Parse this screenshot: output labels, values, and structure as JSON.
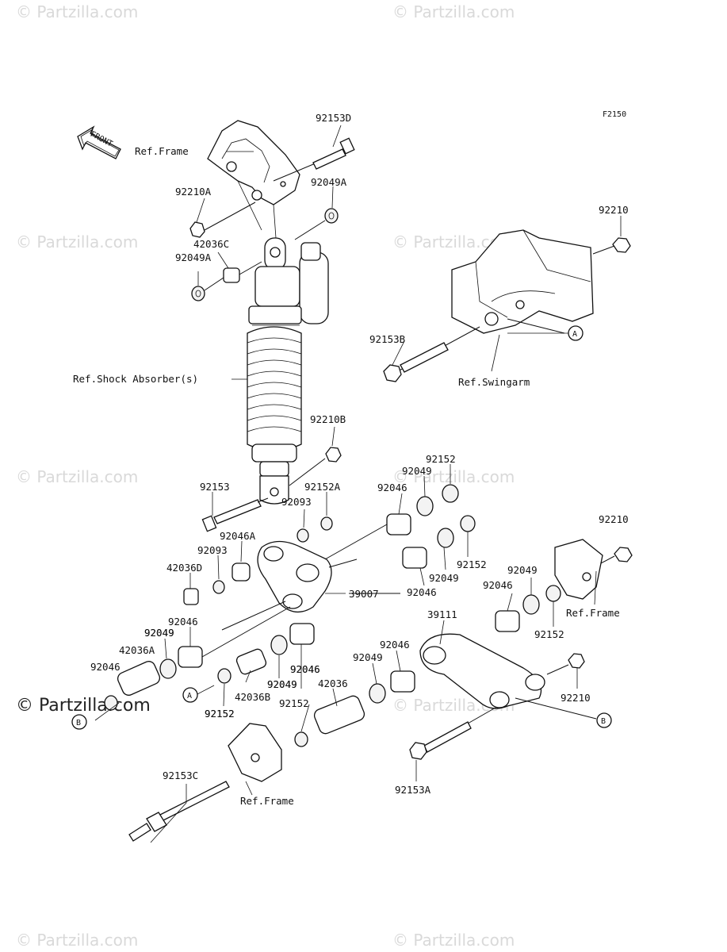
{
  "diagram_code": "F2150",
  "front_arrow_label": "FRONT",
  "watermark": "© Partzilla.com",
  "ref_labels": {
    "frame_top": "Ref.Frame",
    "swingarm": "Ref.Swingarm",
    "shock_absorber": "Ref.Shock Absorber(s)",
    "frame_right": "Ref.Frame",
    "frame_bottom": "Ref.Frame"
  },
  "callouts": {
    "a_right": "A",
    "a_left": "A",
    "b_left": "B",
    "b_right": "B"
  },
  "part_labels": [
    "92153D",
    "92210A",
    "92049A",
    "42036C",
    "92049A",
    "92210",
    "92153B",
    "92210B",
    "92153",
    "92152A",
    "92093",
    "92046A",
    "92093",
    "42036D",
    "92046",
    "92049",
    "92152",
    "92046",
    "92049",
    "92152",
    "92049",
    "92046",
    "39007",
    "92210",
    "92049",
    "92046",
    "92152",
    "39111",
    "92046",
    "92049",
    "92046",
    "42036A",
    "92049",
    "92046",
    "92152",
    "92049",
    "42036B",
    "42036",
    "92152",
    "92152",
    "92046",
    "92049",
    "92210",
    "92153C",
    "92153A"
  ]
}
